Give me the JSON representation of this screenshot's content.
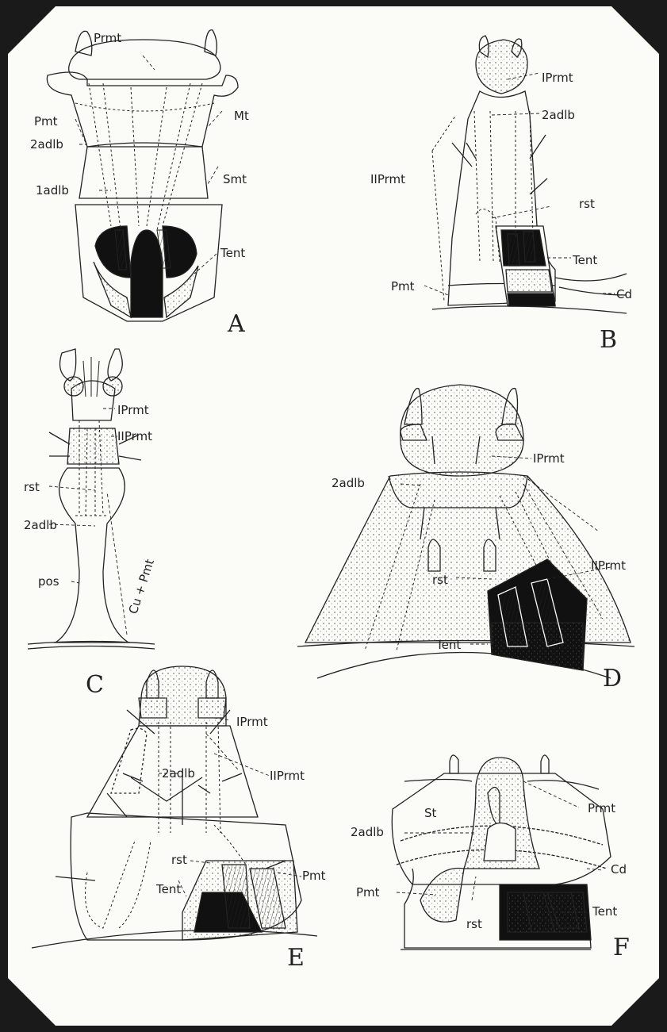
{
  "panels": {
    "A": {
      "letter": "A",
      "labels": {
        "prmt": "Prmt",
        "pmt": "Pmt",
        "adlb2": "2adlb",
        "adlb1": "1adlb",
        "mt": "Mt",
        "smt": "Smt",
        "tent": "Tent"
      }
    },
    "B": {
      "letter": "B",
      "labels": {
        "iprmt": "IPrmt",
        "adlb2": "2adlb",
        "iiprmt": "IIPrmt",
        "rst": "rst",
        "tent": "Tent",
        "pmt": "Pmt",
        "cd": "Cd"
      }
    },
    "C": {
      "letter": "C",
      "labels": {
        "iprmt": "IPrmt",
        "iiprmt": "IIPrmt",
        "rst": "rst",
        "adlb2": "2adlb",
        "pos": "pos",
        "cupmt": "Cu + Pmt"
      }
    },
    "D": {
      "letter": "D",
      "labels": {
        "iprmt": "IPrmt",
        "adlb2": "2adlb",
        "iiprmt": "IIPrmt",
        "rst": "rst",
        "tent": "Tent"
      }
    },
    "E": {
      "letter": "E",
      "labels": {
        "iprmt": "IPrmt",
        "adlb2": "2adlb",
        "iiprmt": "IIPrmt",
        "rst": "rst",
        "pmt": "Pmt",
        "tent": "Tent"
      }
    },
    "F": {
      "letter": "F",
      "labels": {
        "prmt": "Prmt",
        "st": "St",
        "adlb2": "2adlb",
        "cd": "Cd",
        "pmt": "Pmt",
        "rst": "rst",
        "tent": "Tent"
      }
    }
  },
  "colors": {
    "ink": "#222222",
    "paper": "#fbfbf8",
    "border": "#1a1a1a"
  }
}
